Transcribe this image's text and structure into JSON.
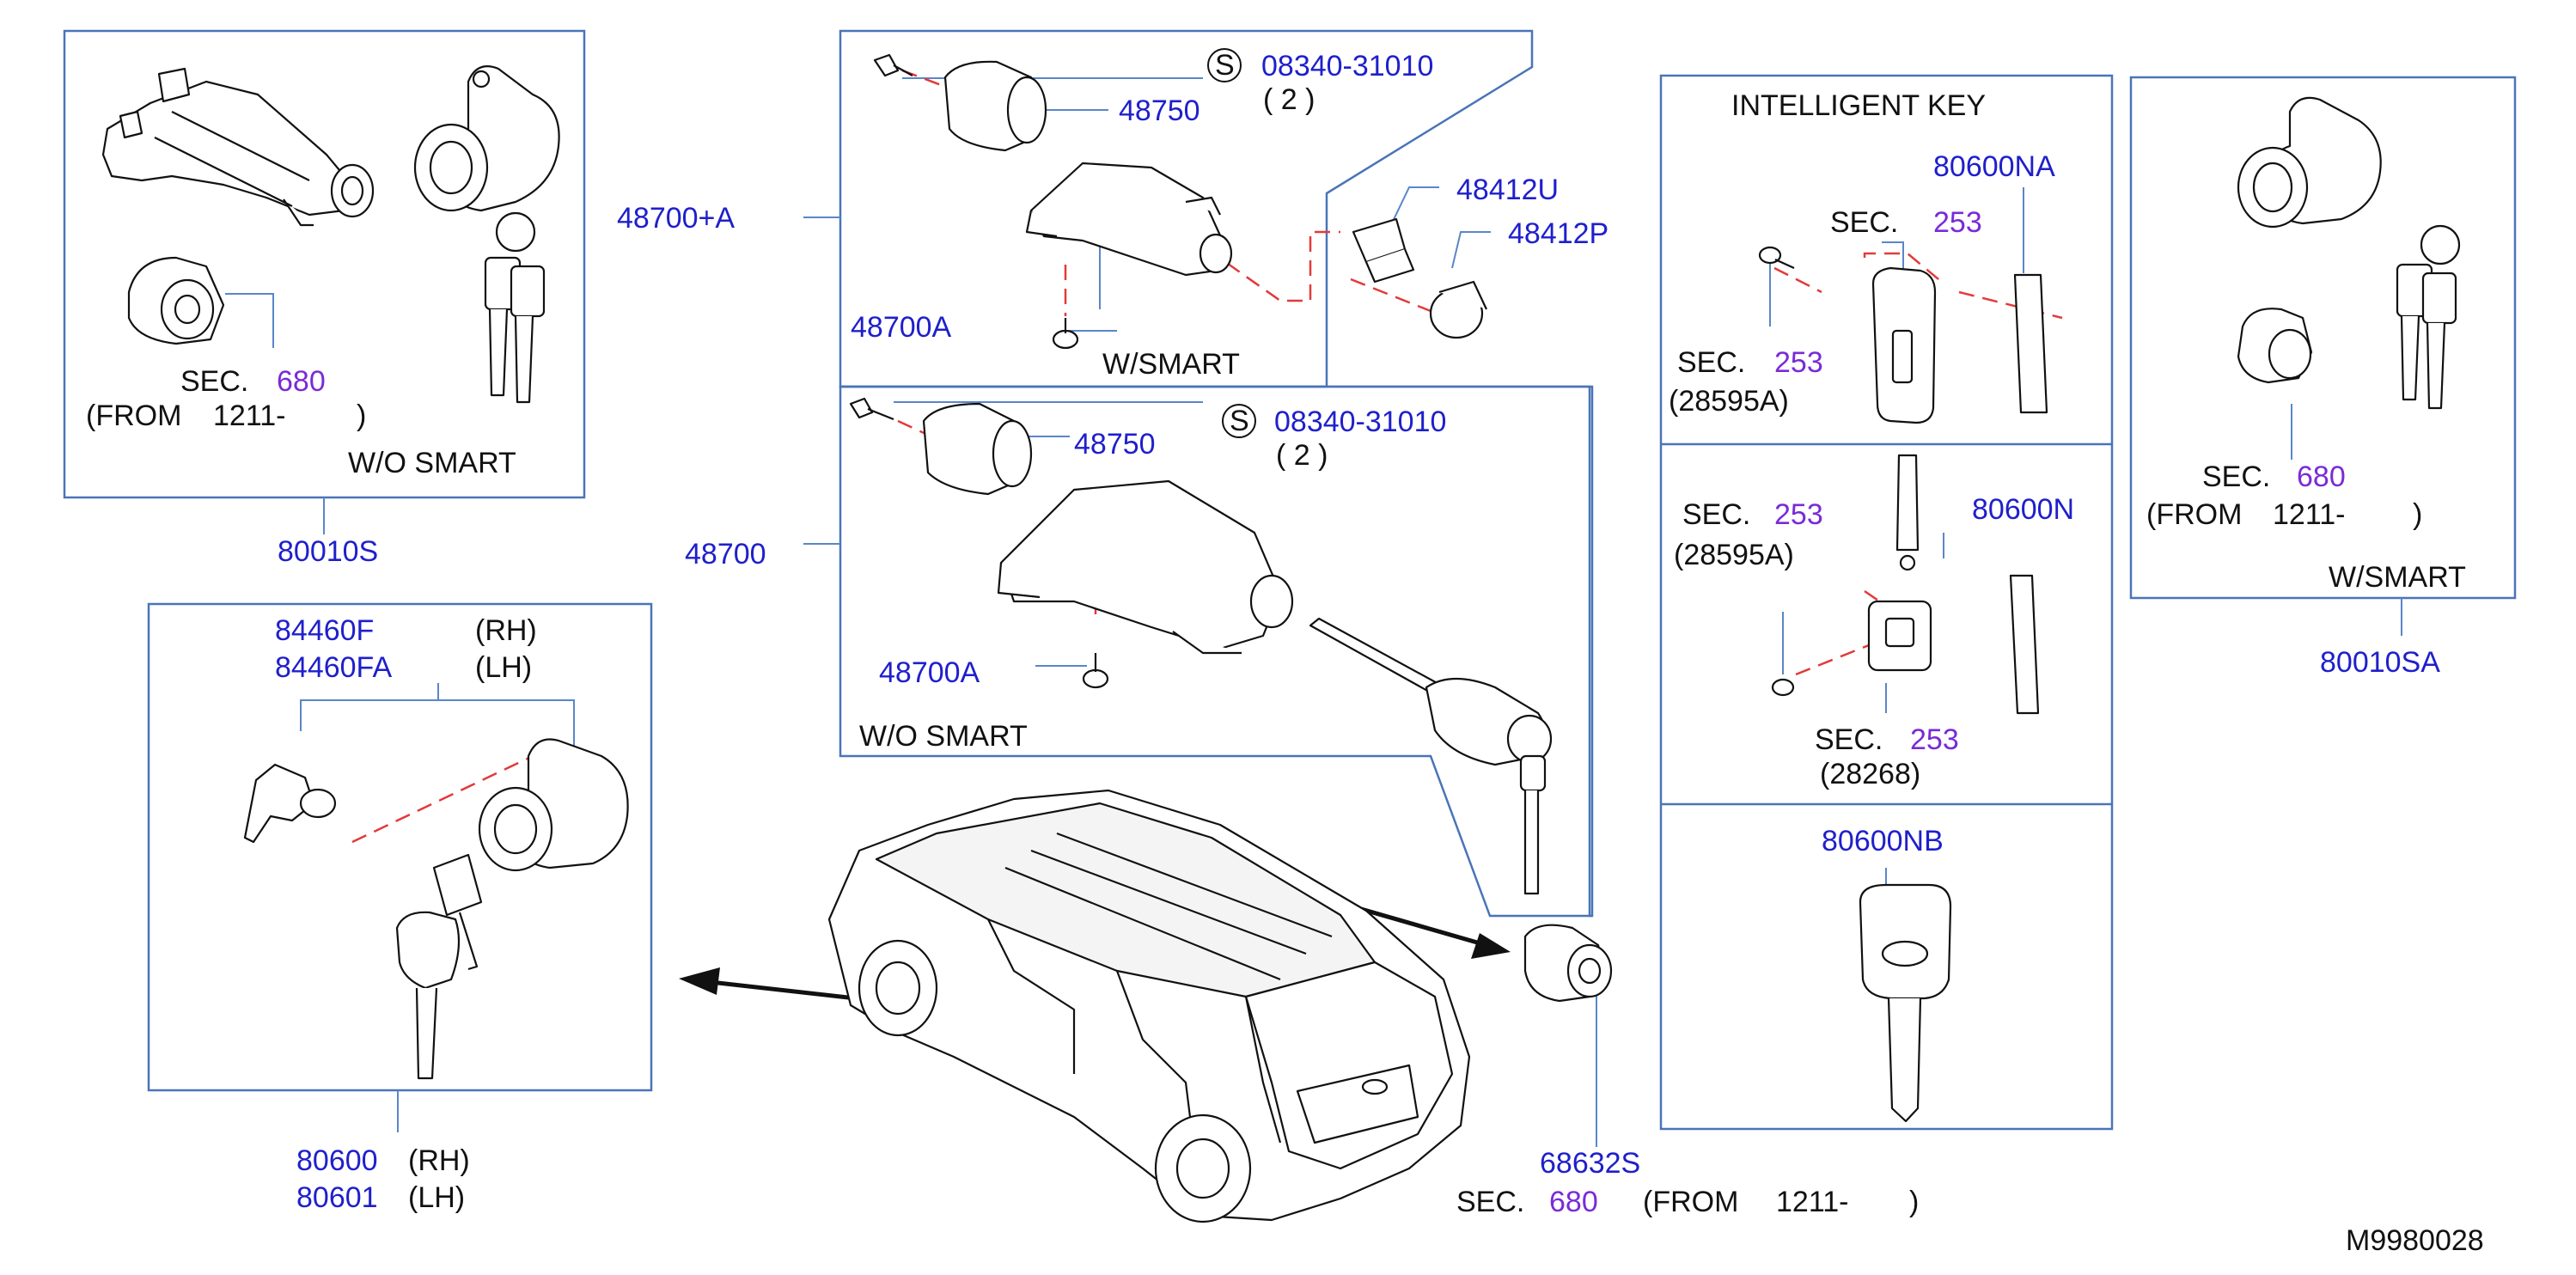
{
  "diagram_id": "M9980028",
  "colors": {
    "part_number": "#1f1fcc",
    "text": "#111111",
    "section_ref": "#7a2bd6",
    "frame": "#4a74b8",
    "leader": "#5a86c8",
    "red": "#e23a3a"
  },
  "labels": {
    "p80010S": "80010S",
    "sec680a_word": "SEC.",
    "sec680a_num": "680",
    "from1211a_open": "(FROM",
    "from1211a_code": "1211-",
    "from1211a_close": ")",
    "wo_smart_a": "W/O  SMART",
    "p48700A_box": "48700+A",
    "s_mark_a": "S",
    "p08340a": "08340-31010",
    "qty2a": "( 2 )",
    "p48750a": "48750",
    "p48700A_a": "48700A",
    "w_smart_mid": "W/SMART",
    "p48412U": "48412U",
    "p48412P": "48412P",
    "p48700": "48700",
    "s_mark_b": "S",
    "p08340b": "08340-31010",
    "qty2b": "( 2 )",
    "p48750b": "48750",
    "p48700A_b": "48700A",
    "wo_smart_b": "W/O  SMART",
    "intelligent_key": "INTELLIGENT  KEY",
    "p80600NA": "80600NA",
    "sec253a_word": "SEC.",
    "sec253a_num": "253",
    "sec253b_word": "SEC.",
    "sec253b_num": "253",
    "p28595A_a": "(28595A)",
    "sec253c_word": "SEC.",
    "sec253c_num": "253",
    "p28595A_b": "(28595A)",
    "p80600N": "80600N",
    "sec253d_word": "SEC.",
    "sec253d_num": "253",
    "p28268": "(28268)",
    "p80600NB": "80600NB",
    "sec680b_word": "SEC.",
    "sec680b_num": "680",
    "from1211b_open": "(FROM",
    "from1211b_code": "1211-",
    "from1211b_close": ")",
    "w_smart_right": "W/SMART",
    "p80010SA": "80010SA",
    "p84460F": "84460F",
    "rh_a": "(RH)",
    "p84460FA": "84460FA",
    "lh_a": "(LH)",
    "p80600": "80600",
    "rh_b": "(RH)",
    "p80601": "80601",
    "lh_b": "(LH)",
    "p68632S": "68632S",
    "sec680c_word": "SEC.",
    "sec680c_num": "680",
    "from1211c_open": "(FROM",
    "from1211c_code": "1211-",
    "from1211c_close": ")"
  }
}
